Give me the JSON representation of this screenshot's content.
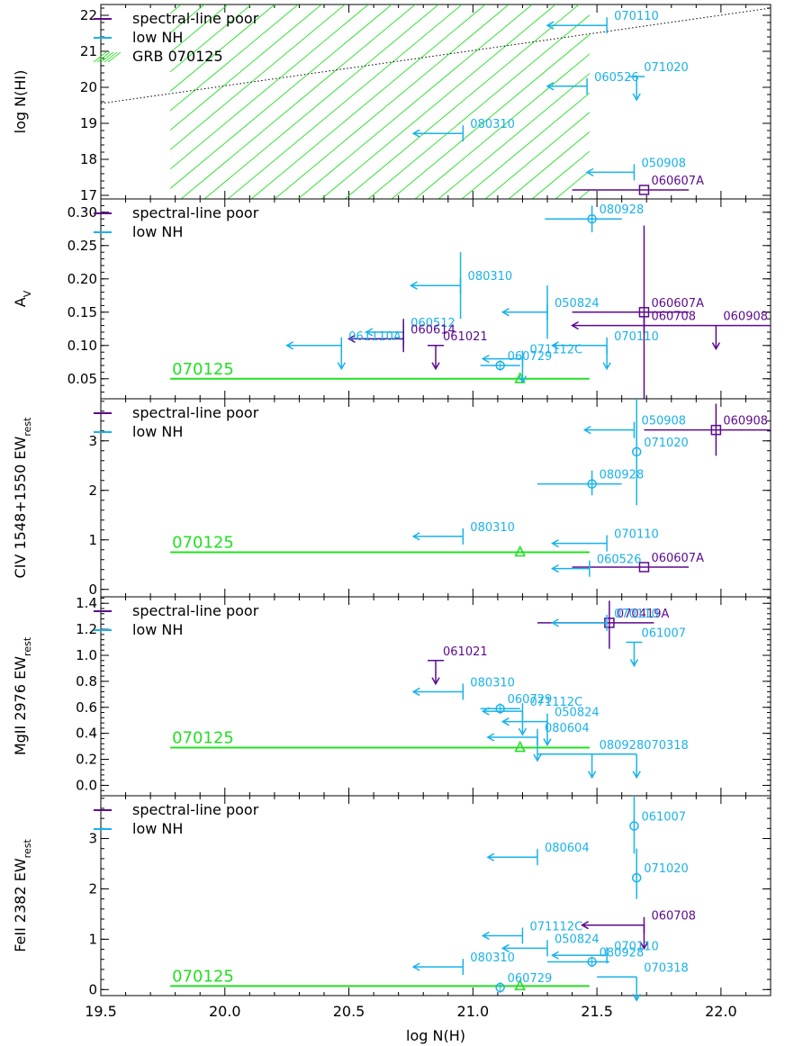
{
  "colors": {
    "poor": "#5c0a8e",
    "lownh": "#19b2ea",
    "grb": "#22e022",
    "axis": "#000000"
  },
  "xaxis": {
    "label": "log N(H)",
    "ticks": [
      "19.5",
      "20.0",
      "20.5",
      "21.0",
      "21.5",
      "22.0"
    ],
    "range": [
      19.5,
      22.2
    ]
  },
  "legend": {
    "poor": "spectral-line poor",
    "lownh": "low NH",
    "grb": "GRB 070125"
  },
  "chart_data": [
    {
      "type": "scatter",
      "panel": "nhi",
      "ylabel": "log N(HI)",
      "ylim": [
        16.9,
        22.3
      ],
      "yticks": [
        "17",
        "18",
        "19",
        "20",
        "21",
        "22"
      ],
      "x_range_hatch": [
        19.78,
        21.47
      ],
      "dotted_line": {
        "x": [
          19.5,
          22.2
        ],
        "y": [
          19.55,
          22.2
        ]
      },
      "legend": [
        "poor",
        "lownh",
        "grb"
      ],
      "points": [
        {
          "label": "070110",
          "x": 21.54,
          "y": 21.72,
          "xerr": "upper",
          "xspan": 0.24,
          "color": "lownh"
        },
        {
          "label": "071020",
          "x": 21.66,
          "y": 20.3,
          "yerr": "upper",
          "color": "lownh"
        },
        {
          "label": "060526",
          "x": 21.46,
          "y": 20.03,
          "xerr": "upper",
          "xspan": 0.16,
          "color": "lownh"
        },
        {
          "label": "080310",
          "x": 20.96,
          "y": 18.72,
          "xerr": "upper",
          "xspan": 0.2,
          "color": "lownh"
        },
        {
          "label": "050908",
          "x": 21.65,
          "y": 17.64,
          "xerr": "upper",
          "xspan": 0.19,
          "color": "lownh"
        },
        {
          "label": "060607A",
          "x": 21.69,
          "y": 17.15,
          "xlo": 21.4,
          "xhi": 21.87,
          "marker": "square",
          "color": "poor"
        }
      ]
    },
    {
      "type": "scatter",
      "panel": "av",
      "ylabel": "A",
      "ylabel_sub": "V",
      "ylim": [
        0.02,
        0.32
      ],
      "yticks": [
        "0.05",
        "0.10",
        "0.15",
        "0.20",
        "0.25",
        "0.30"
      ],
      "legend": [
        "poor",
        "lownh"
      ],
      "grb_line": {
        "label": "070125",
        "xlo": 19.78,
        "xhi": 21.47,
        "y": 0.05,
        "point_x": 21.19,
        "marker": "triangle"
      },
      "points": [
        {
          "label": "080928",
          "x": 21.48,
          "y": 0.29,
          "xlo": 21.29,
          "xhi": 21.6,
          "ylo": 0.27,
          "yhi": 0.31,
          "marker": "diamond",
          "color": "lownh"
        },
        {
          "label": "080310",
          "x": 20.95,
          "y": 0.19,
          "xerr": "upper",
          "xspan": 0.2,
          "ylo": 0.14,
          "yhi": 0.24,
          "color": "lownh"
        },
        {
          "label": "050824",
          "x": 21.3,
          "y": 0.15,
          "xerr": "upper",
          "xspan": 0.18,
          "ylo": 0.11,
          "yhi": 0.19,
          "color": "lownh"
        },
        {
          "label": "060607A",
          "x": 21.69,
          "y": 0.15,
          "xlo": 21.4,
          "xhi": 21.87,
          "ylo": 0.02,
          "yhi": 0.28,
          "marker": "square",
          "color": "poor"
        },
        {
          "label": "060708",
          "x": 21.69,
          "y": 0.13,
          "xerr": "upper",
          "xspan": 0.29,
          "color": "poor"
        },
        {
          "label": "060908",
          "x": 21.98,
          "y": 0.13,
          "xlo": 21.69,
          "xhi": 22.2,
          "yerr": "upper",
          "color": "poor"
        },
        {
          "label": "060512",
          "x": 20.72,
          "y": 0.12,
          "xerr": "upper",
          "xspan": 0.15,
          "ylo": 0.1,
          "yhi": 0.12,
          "color": "lownh"
        },
        {
          "label": "060614",
          "x": 20.72,
          "y": 0.11,
          "xerr": "upper",
          "xspan": 0.22,
          "ylo": 0.09,
          "yhi": 0.14,
          "color": "poor"
        },
        {
          "label": "061021",
          "x": 20.85,
          "y": 0.1,
          "yerr": "upper",
          "color": "poor"
        },
        {
          "label": "061110A",
          "x": 20.47,
          "y": 0.1,
          "xerr": "upper",
          "xspan": 0.22,
          "yerr": "upper",
          "color": "lownh"
        },
        {
          "label": "070110",
          "x": 21.54,
          "y": 0.1,
          "xerr": "upper",
          "xspan": 0.22,
          "yerr": "upper",
          "color": "lownh"
        },
        {
          "label": "071112C",
          "x": 21.2,
          "y": 0.08,
          "xerr": "upper",
          "xspan": 0.16,
          "yerr": "upper",
          "color": "lownh"
        },
        {
          "label": "060729",
          "x": 21.11,
          "y": 0.07,
          "xlo": 21.03,
          "xhi": 21.19,
          "marker": "diamond",
          "color": "lownh"
        }
      ]
    },
    {
      "type": "scatter",
      "panel": "civ",
      "ylabel": "CIV 1548+1550 EW",
      "ylabel_sub": "rest",
      "ylim": [
        -0.15,
        3.85
      ],
      "yticks": [
        "0",
        "1",
        "2",
        "3"
      ],
      "legend": [
        "poor",
        "lownh"
      ],
      "grb_line": {
        "label": "070125",
        "xlo": 19.78,
        "xhi": 21.47,
        "y": 0.75,
        "point_x": 21.19,
        "marker": "triangle"
      },
      "points": [
        {
          "label": "060908",
          "x": 21.98,
          "y": 3.22,
          "xlo": 21.69,
          "xhi": 22.2,
          "ylo": 2.7,
          "yhi": 3.75,
          "marker": "square",
          "color": "poor"
        },
        {
          "label": "050908",
          "x": 21.65,
          "y": 3.22,
          "xerr": "upper",
          "xspan": 0.2,
          "color": "lownh"
        },
        {
          "label": "071020",
          "x": 21.66,
          "y": 2.78,
          "ylo": 1.7,
          "yhi": 3.85,
          "marker": "diamond",
          "color": "lownh"
        },
        {
          "label": "080928",
          "x": 21.48,
          "y": 2.13,
          "xlo": 21.26,
          "xhi": 21.6,
          "ylo": 1.9,
          "yhi": 2.4,
          "marker": "diamond",
          "color": "lownh"
        },
        {
          "label": "080310",
          "x": 20.96,
          "y": 1.07,
          "xerr": "upper",
          "xspan": 0.2,
          "color": "lownh"
        },
        {
          "label": "070110",
          "x": 21.54,
          "y": 0.93,
          "xerr": "upper",
          "xspan": 0.22,
          "color": "lownh"
        },
        {
          "label": "060607A",
          "x": 21.69,
          "y": 0.45,
          "xlo": 21.4,
          "xhi": 21.87,
          "marker": "square",
          "color": "poor"
        },
        {
          "label": "060526",
          "x": 21.47,
          "y": 0.42,
          "xerr": "upper",
          "xspan": 0.15,
          "color": "lownh"
        }
      ]
    },
    {
      "type": "scatter",
      "panel": "mgii",
      "ylabel": "MgII 2976 EW",
      "ylabel_sub": "rest",
      "ylim": [
        -0.08,
        1.45
      ],
      "yticks": [
        "0.0",
        "0.2",
        "0.4",
        "0.6",
        "0.8",
        "1.0",
        "1.2",
        "1.4"
      ],
      "legend": [
        "poor",
        "lownh"
      ],
      "grb_line": {
        "label": "070125",
        "xlo": 19.78,
        "xhi": 21.47,
        "y": 0.29,
        "point_x": 21.19,
        "marker": "triangle"
      },
      "points": [
        {
          "label": "070419A",
          "x": 21.55,
          "y": 1.25,
          "xlo": 21.26,
          "xhi": 21.73,
          "ylo": 1.05,
          "yhi": 1.42,
          "marker": "square",
          "color": "poor"
        },
        {
          "label": "070110",
          "x": 21.54,
          "y": 1.25,
          "xerr": "upper",
          "xspan": 0.22,
          "color": "lownh"
        },
        {
          "label": "061007",
          "x": 21.65,
          "y": 1.1,
          "yerr": "upper",
          "color": "lownh"
        },
        {
          "label": "061021",
          "x": 20.85,
          "y": 0.96,
          "yerr": "upper",
          "color": "poor"
        },
        {
          "label": "080310",
          "x": 20.96,
          "y": 0.72,
          "xerr": "upper",
          "xspan": 0.2,
          "color": "lownh"
        },
        {
          "label": "060729",
          "x": 21.11,
          "y": 0.59,
          "xlo": 21.03,
          "xhi": 21.19,
          "marker": "diamond",
          "color": "lownh"
        },
        {
          "label": "071112C",
          "x": 21.2,
          "y": 0.57,
          "xerr": "upper",
          "xspan": 0.16,
          "yerr": "upper",
          "color": "lownh"
        },
        {
          "label": "050824",
          "x": 21.3,
          "y": 0.49,
          "xerr": "upper",
          "xspan": 0.18,
          "yerr": "upper",
          "color": "lownh"
        },
        {
          "label": "080604",
          "x": 21.26,
          "y": 0.37,
          "xerr": "upper",
          "xspan": 0.2,
          "yerr": "upper",
          "color": "lownh"
        },
        {
          "label": "080928",
          "x": 21.48,
          "y": 0.24,
          "xlo": 21.26,
          "xhi": 21.48,
          "yerr": "upper",
          "color": "lownh"
        },
        {
          "label": "070318",
          "x": 21.66,
          "y": 0.24,
          "xlo": 21.48,
          "xhi": 21.66,
          "yerr": "upper",
          "color": "lownh"
        }
      ]
    },
    {
      "type": "scatter",
      "panel": "feii",
      "ylabel": "FeII 2382 EW",
      "ylabel_sub": "rest",
      "ylim": [
        -0.12,
        3.85
      ],
      "yticks": [
        "0",
        "1",
        "2",
        "3"
      ],
      "legend": [
        "poor",
        "lownh"
      ],
      "grb_line": {
        "label": "070125",
        "xlo": 19.78,
        "xhi": 21.47,
        "y": 0.07,
        "point_x": 21.19,
        "marker": "triangle"
      },
      "points": [
        {
          "label": "061007",
          "x": 21.65,
          "y": 3.25,
          "ylo": 2.7,
          "yhi": 3.85,
          "marker": "diamond",
          "color": "lownh"
        },
        {
          "label": "080604",
          "x": 21.26,
          "y": 2.63,
          "xerr": "upper",
          "xspan": 0.2,
          "color": "lownh"
        },
        {
          "label": "071020",
          "x": 21.66,
          "y": 2.22,
          "ylo": 1.8,
          "yhi": 2.8,
          "marker": "diamond",
          "color": "lownh"
        },
        {
          "label": "060708",
          "x": 21.69,
          "y": 1.28,
          "xerr": "upper",
          "xspan": 0.25,
          "yerr": "upper",
          "color": "poor"
        },
        {
          "label": "071112C",
          "x": 21.2,
          "y": 1.07,
          "xerr": "upper",
          "xspan": 0.16,
          "color": "lownh"
        },
        {
          "label": "050824",
          "x": 21.3,
          "y": 0.82,
          "xerr": "upper",
          "xspan": 0.18,
          "color": "lownh"
        },
        {
          "label": "070110",
          "x": 21.54,
          "y": 0.68,
          "xerr": "upper",
          "xspan": 0.22,
          "color": "lownh"
        },
        {
          "label": "080928",
          "x": 21.48,
          "y": 0.55,
          "xlo": 21.3,
          "xhi": 21.55,
          "marker": "diamond",
          "color": "lownh"
        },
        {
          "label": "070318",
          "x": 21.66,
          "y": 0.25,
          "xlo": 21.5,
          "xhi": 21.66,
          "yerr": "upper",
          "color": "lownh"
        },
        {
          "label": "080310",
          "x": 20.96,
          "y": 0.45,
          "xerr": "upper",
          "xspan": 0.2,
          "color": "lownh"
        },
        {
          "label": "060729",
          "x": 21.11,
          "y": 0.04,
          "marker": "diamond",
          "color": "lownh"
        }
      ]
    }
  ]
}
